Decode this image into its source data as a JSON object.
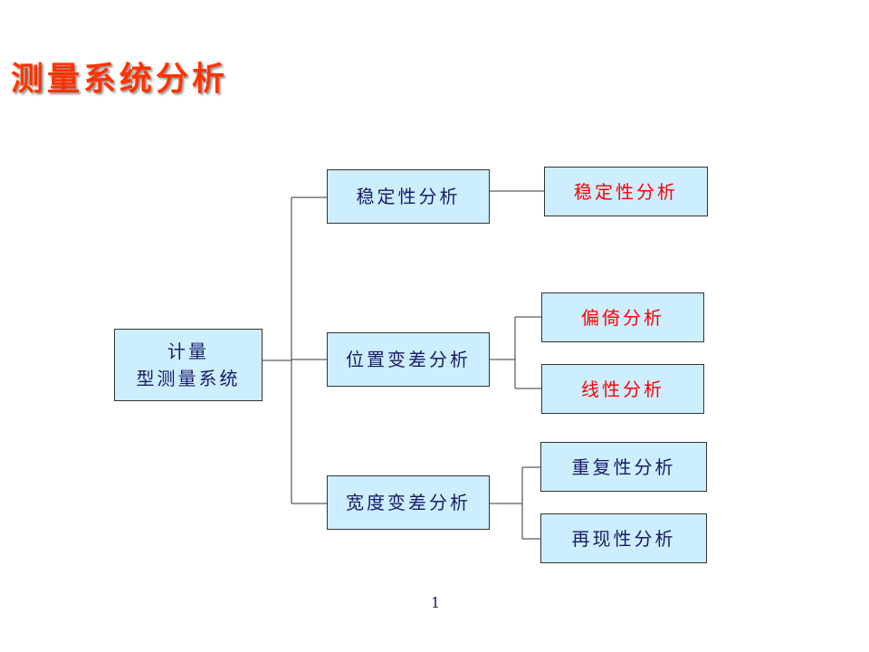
{
  "slide": {
    "title": "测量系统分析",
    "page_number": "1"
  },
  "diagram": {
    "root": {
      "line1": "计量",
      "line2": "型测量系统"
    },
    "level1": [
      {
        "label": "稳定性分析"
      },
      {
        "label": "位置变差分析"
      },
      {
        "label": "宽度变差分析"
      }
    ],
    "level2": [
      {
        "label": "稳定性分析"
      },
      {
        "label": "偏倚分析"
      },
      {
        "label": "线性分析"
      },
      {
        "label": "重复性分析"
      },
      {
        "label": "再现性分析"
      }
    ]
  },
  "colors": {
    "title": "#ff3300",
    "box_fill": "#cceeff",
    "text_dark": "#1a1a66",
    "text_red": "#ff0000"
  }
}
